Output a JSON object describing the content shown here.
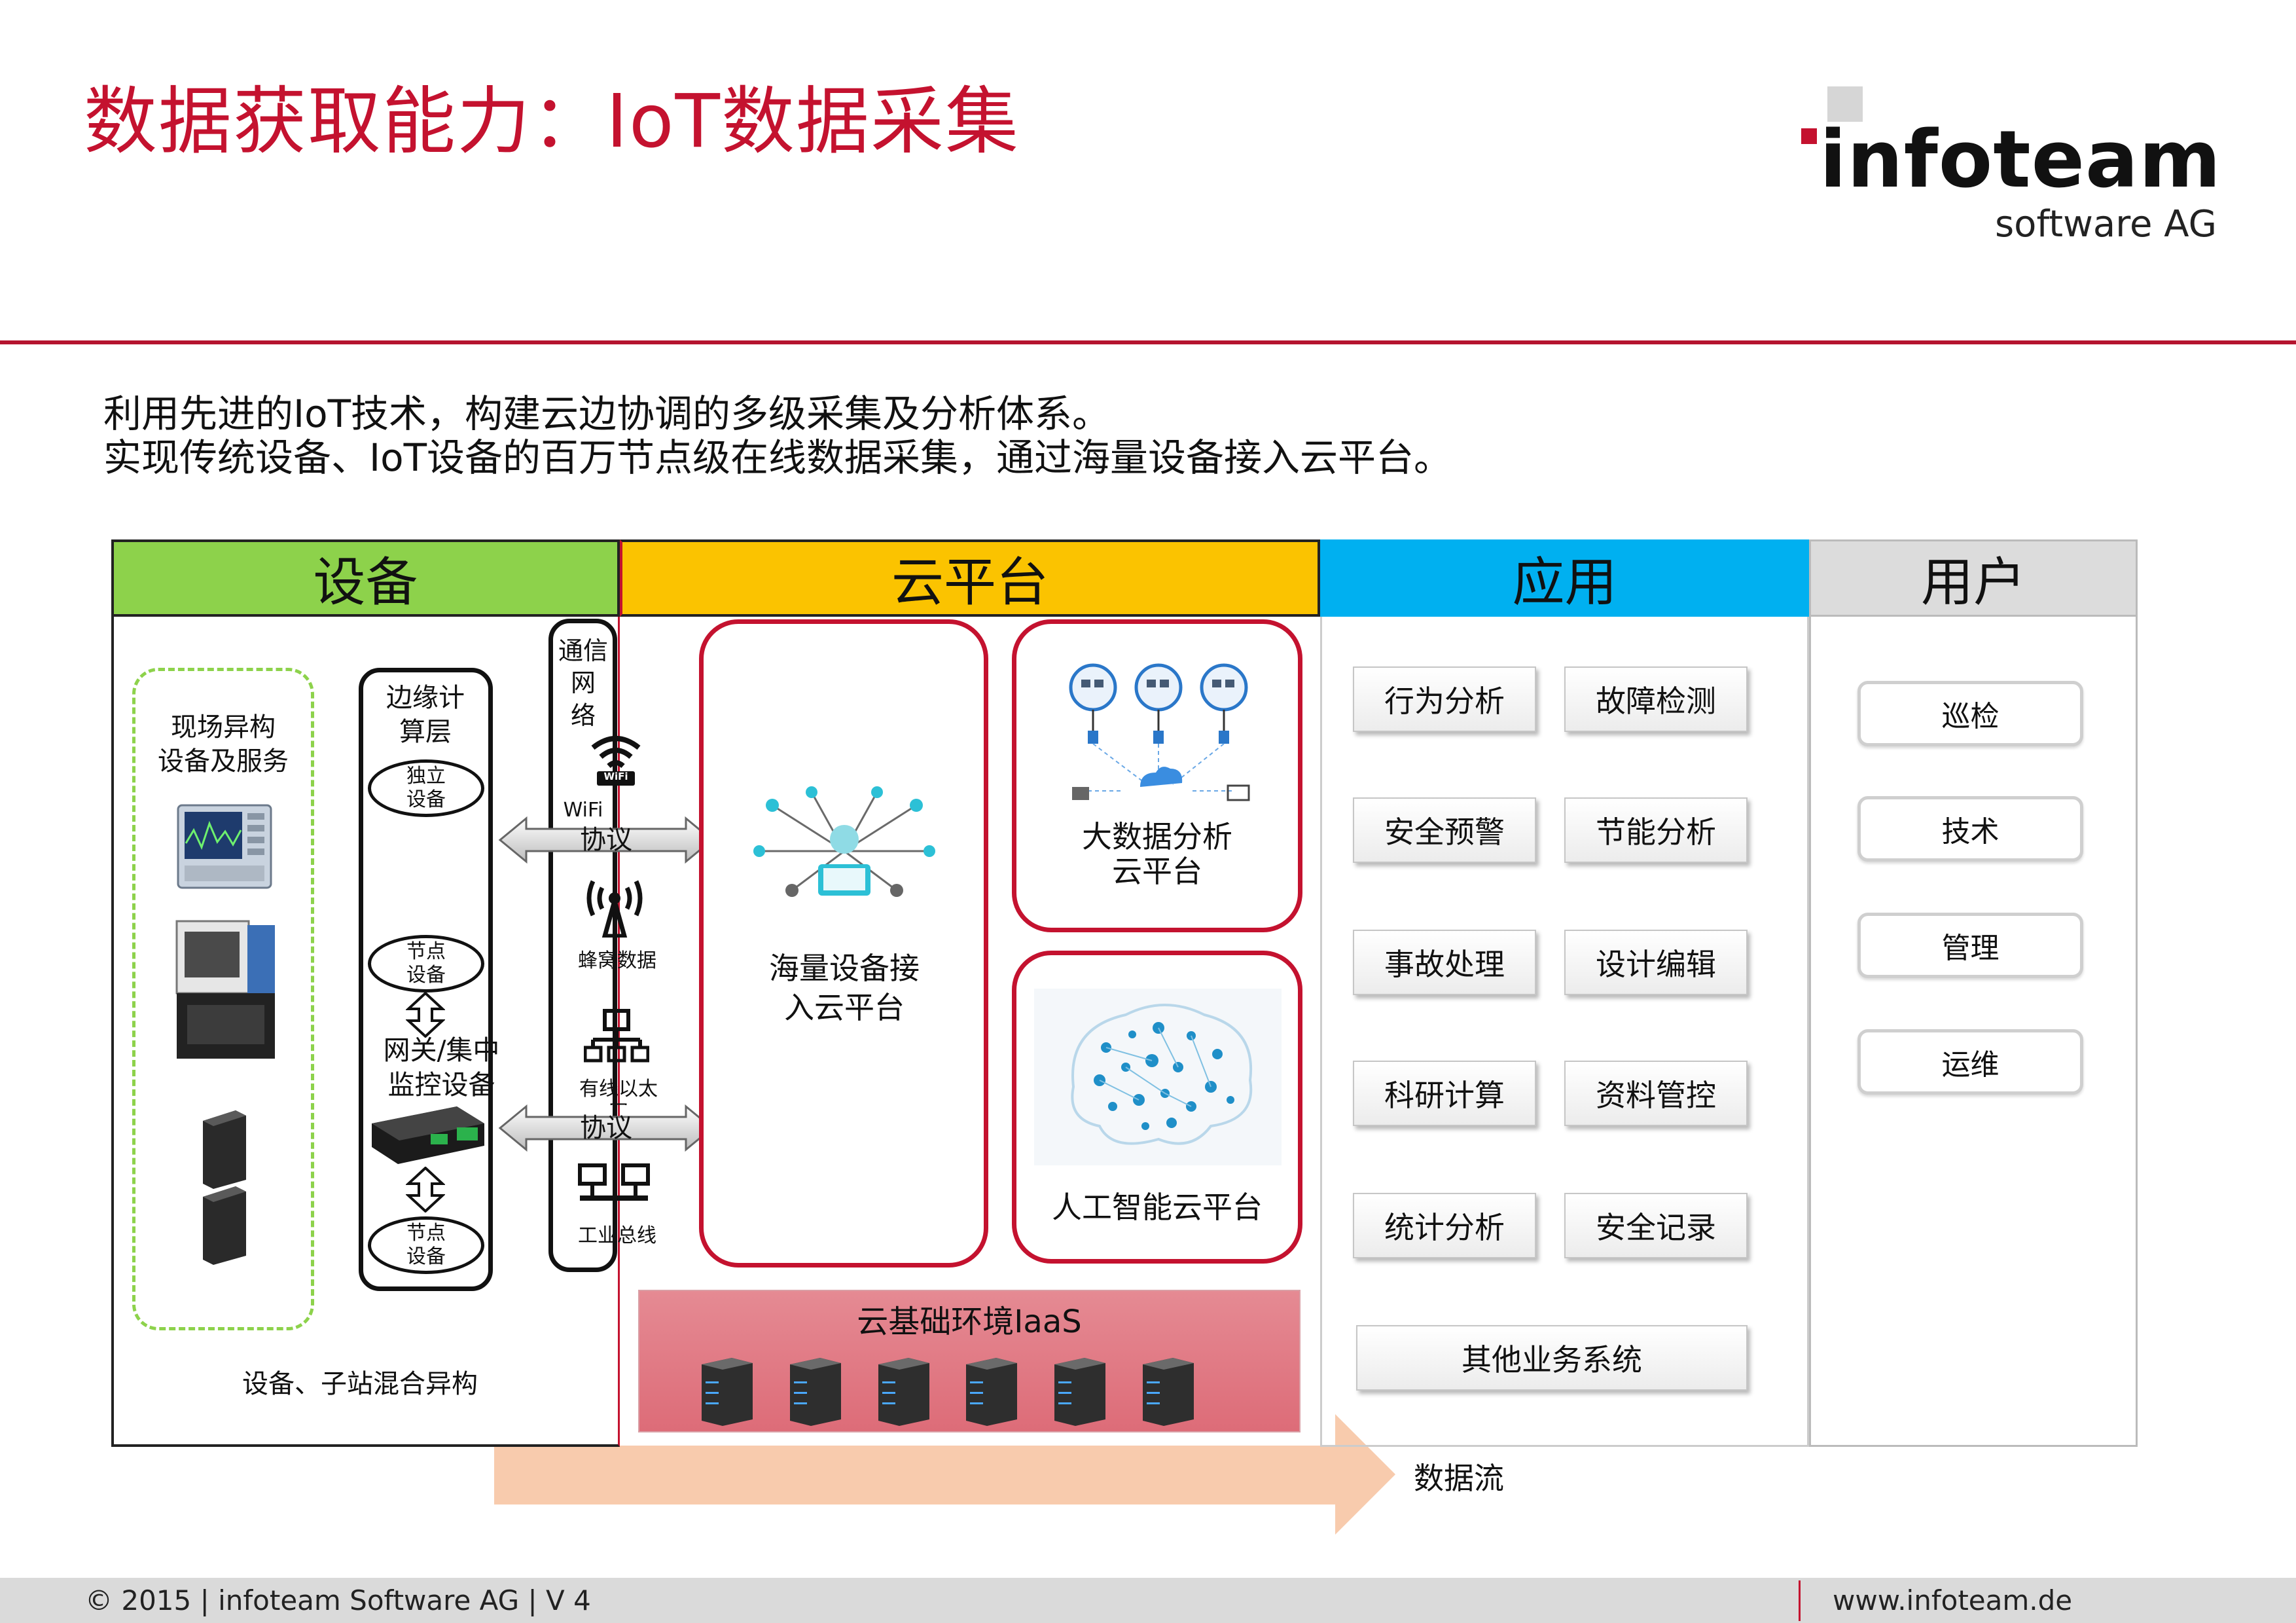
{
  "header": {
    "title": "数据获取能力：IoT数据采集",
    "logo_word": "infoteam",
    "logo_sub": "software AG"
  },
  "intro": {
    "line1": "利用先进的IoT技术，构建云边协调的多级采集及分析体系。",
    "line2": "实现传统设备、IoT设备的百万节点级在线数据采集，通过海量设备接入云平台。"
  },
  "columns": {
    "device": "设备",
    "cloud": "云平台",
    "app": "应用",
    "user": "用户"
  },
  "device": {
    "field_label": "现场异构\n设备及服务",
    "edge_label": "边缘计\n算层",
    "independent_device": "独立\n设备",
    "node_device_1": "节点\n设备",
    "gateway_label": "网关/集中\n监控设备",
    "node_device_2": "节点\n设备",
    "bottom_label": "设备、子站混合异构",
    "comm_label": "通信网\n络",
    "wifi_label": "WiFi",
    "wifi_badge": "WiFi",
    "cell_label": "蜂窝数据",
    "ethernet_label": "有线以太\n网",
    "bus_label": "工业总线",
    "protocol_1": "协议",
    "protocol_2": "协议"
  },
  "cloud": {
    "mass_access": "海量设备接\n入云平台",
    "bigdata": "大数据分析\n云平台",
    "ai": "人工智能云平台",
    "iaas": "云基础环境IaaS"
  },
  "apps": {
    "items": [
      "行为分析",
      "故障检测",
      "安全预警",
      "节能分析",
      "事故处理",
      "设计编辑",
      "科研计算",
      "资料管控",
      "统计分析",
      "安全记录"
    ],
    "other": "其他业务系统"
  },
  "users": {
    "items": [
      "巡检",
      "技术",
      "管理",
      "运维"
    ]
  },
  "flow": {
    "label": "数据流"
  },
  "footer": {
    "left": "© 2015 | infoteam Software AG | V 4",
    "right": "www.infoteam.de"
  },
  "colors": {
    "brand_red": "#c4122f",
    "device_green": "#8dd24b",
    "cloud_yellow": "#fbc300",
    "app_blue": "#00b0f0",
    "user_grey": "#dcdcdc",
    "flow_peach": "#f8cbad"
  }
}
